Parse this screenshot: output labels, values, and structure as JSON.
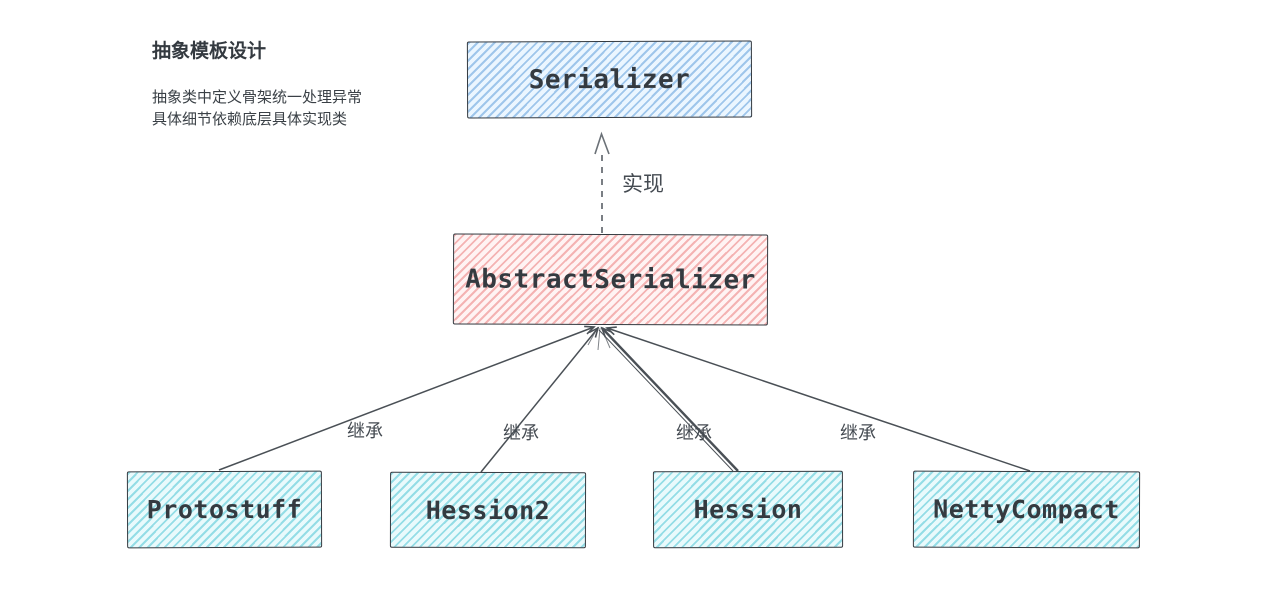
{
  "title": "抽象模板设计",
  "notes": {
    "line1": "抽象类中定义骨架统一处理异常",
    "line2": "具体细节依赖底层具体实现类"
  },
  "nodes": {
    "serializer": {
      "label": "Serializer",
      "role": "interface",
      "fill": "#a5d8ff"
    },
    "abstract_serializer": {
      "label": "AbstractSerializer",
      "role": "abstract-class",
      "fill": "#ffc9c9"
    },
    "protostuff": {
      "label": "Protostuff",
      "role": "concrete-class",
      "fill": "#99e9f2"
    },
    "hession2": {
      "label": "Hession2",
      "role": "concrete-class",
      "fill": "#99e9f2"
    },
    "hession": {
      "label": "Hession",
      "role": "concrete-class",
      "fill": "#99e9f2"
    },
    "netty_compact": {
      "label": "NettyCompact",
      "role": "concrete-class",
      "fill": "#99e9f2"
    }
  },
  "edges": {
    "implements": {
      "label": "实现",
      "from": "AbstractSerializer",
      "to": "Serializer",
      "style": "dashed-open-arrow"
    },
    "inherits": [
      {
        "label": "继承",
        "from": "Protostuff",
        "to": "AbstractSerializer"
      },
      {
        "label": "继承",
        "from": "Hession2",
        "to": "AbstractSerializer"
      },
      {
        "label": "继承",
        "from": "Hession",
        "to": "AbstractSerializer"
      },
      {
        "label": "继承",
        "from": "NettyCompact",
        "to": "AbstractSerializer"
      }
    ]
  },
  "colors": {
    "background": "#ffffff",
    "stroke": "#343a40",
    "edge_line": "#4a5056",
    "dashed_line": "#6b7177",
    "text": "#343a40"
  }
}
